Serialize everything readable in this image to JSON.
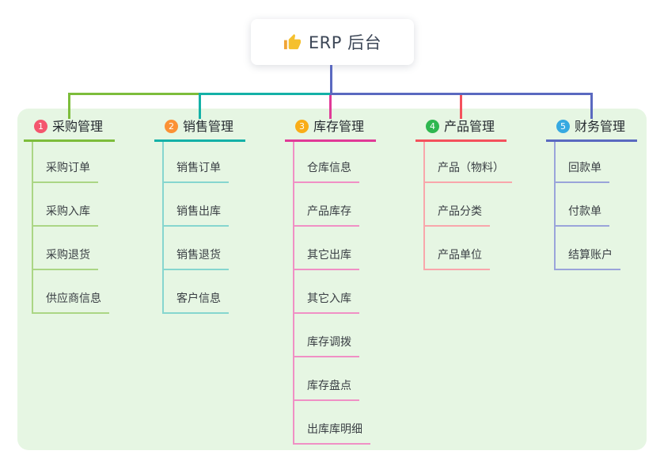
{
  "root": {
    "icon": "thumbs-up",
    "label": "ERP 后台"
  },
  "colors": {
    "page_background": "#ffffff",
    "panel_background": "#e6f6e3",
    "root_text": "#3d4757",
    "connector_blue": "#5a69c0"
  },
  "branches": [
    {
      "num": "1",
      "label": "采购管理",
      "color": "#7dbd3b",
      "light_color": "#abd685",
      "badge_color": "#f4566e",
      "children": [
        "采购订单",
        "采购入库",
        "采购退货",
        "供应商信息"
      ]
    },
    {
      "num": "2",
      "label": "销售管理",
      "color": "#14b1a7",
      "light_color": "#86d6cf",
      "badge_color": "#fb9135",
      "children": [
        "销售订单",
        "销售出库",
        "销售退货",
        "客户信息"
      ]
    },
    {
      "num": "3",
      "label": "库存管理",
      "color": "#e03a97",
      "light_color": "#f090c5",
      "badge_color": "#f9ad18",
      "children": [
        "仓库信息",
        "产品库存",
        "其它出库",
        "其它入库",
        "库存调拨",
        "库存盘点",
        "出库库明细"
      ]
    },
    {
      "num": "4",
      "label": "产品管理",
      "color": "#f4515c",
      "light_color": "#f9a6ab",
      "badge_color": "#2fb750",
      "children": [
        "产品（物料）",
        "产品分类",
        "产品单位"
      ]
    },
    {
      "num": "5",
      "label": "财务管理",
      "color": "#5a69c0",
      "light_color": "#9aa4da",
      "badge_color": "#36a9e1",
      "children": [
        "回款单",
        "付款单",
        "结算账户"
      ]
    }
  ]
}
